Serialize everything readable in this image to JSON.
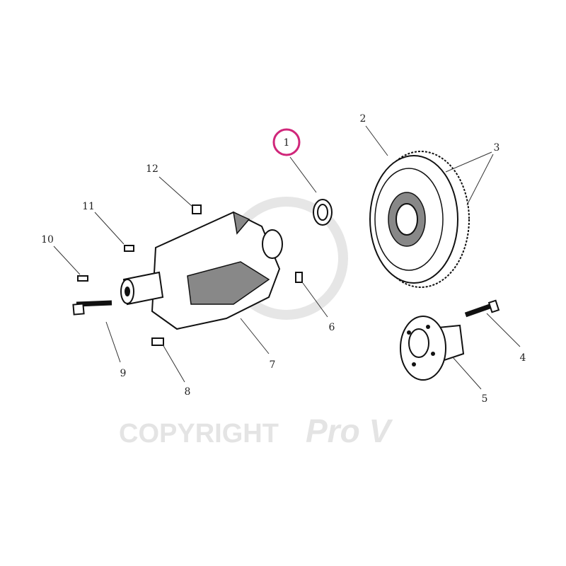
{
  "watermark": {
    "text": "COPYRIGHT",
    "brand": "Pro V"
  },
  "highlight_color": "#d0267a",
  "callouts": [
    {
      "number": "1",
      "part": "seal-ring",
      "highlighted": true
    },
    {
      "number": "2",
      "part": "flywheel"
    },
    {
      "number": "3",
      "part": "ring-gear"
    },
    {
      "number": "4",
      "part": "flywheel-bolt"
    },
    {
      "number": "5",
      "part": "hub"
    },
    {
      "number": "6",
      "part": "dowel"
    },
    {
      "number": "7",
      "part": "crankshaft"
    },
    {
      "number": "8",
      "part": "key"
    },
    {
      "number": "9",
      "part": "bolt"
    },
    {
      "number": "10",
      "part": "pin"
    },
    {
      "number": "11",
      "part": "key"
    },
    {
      "number": "12",
      "part": "plug"
    }
  ]
}
